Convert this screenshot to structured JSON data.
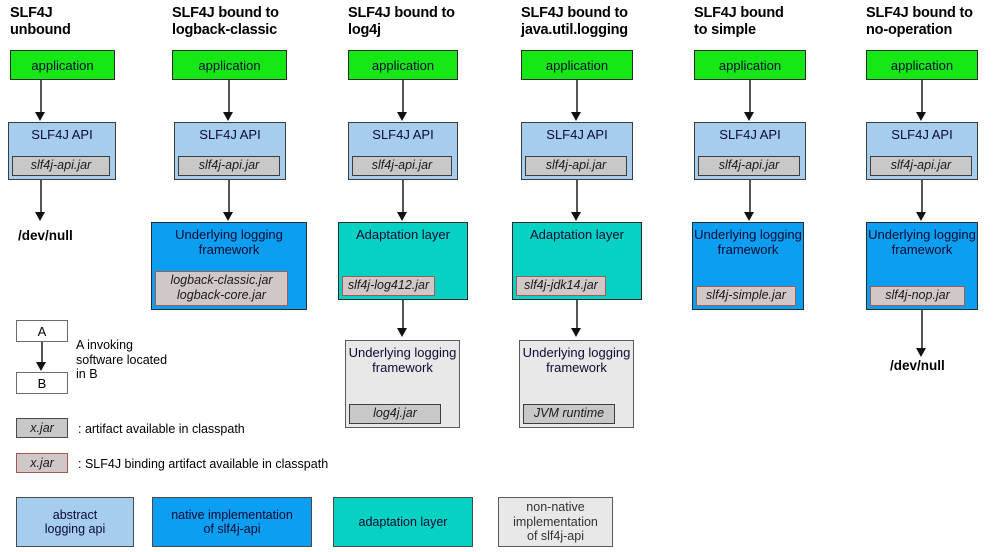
{
  "diagram": {
    "title": "SLF4J bindings diagram",
    "colors": {
      "application": "#15e815",
      "slf4j_api": "#a6ccee",
      "native_impl": "#0c9ef0",
      "adaptation": "#05d2c2",
      "non_native": "#e8e8e8",
      "jar_chip": "#c8c8c8",
      "binding_border": "#a05a55"
    },
    "columns": [
      {
        "id": "unbound",
        "title": "SLF4J\nunbound",
        "application": "application",
        "api": {
          "label": "SLF4J API",
          "jar": "slf4j-api.jar"
        },
        "terminal": "/dev/null"
      },
      {
        "id": "logback-classic",
        "title": "SLF4J bound to\nlogback-classic",
        "application": "application",
        "api": {
          "label": "SLF4J API",
          "jar": "slf4j-api.jar"
        },
        "impl": {
          "label": "Underlying logging\nframework",
          "jar": "logback-classic.jar\nlogback-core.jar"
        }
      },
      {
        "id": "log4j",
        "title": "SLF4J bound to\nlog4j",
        "application": "application",
        "api": {
          "label": "SLF4J API",
          "jar": "slf4j-api.jar"
        },
        "adapter": {
          "label": "Adaptation layer",
          "jar": "slf4j-log412.jar"
        },
        "underlying": {
          "label": "Underlying\nlogging\nframework",
          "jar": "log4j.jar"
        }
      },
      {
        "id": "java-util-logging",
        "title": "SLF4J bound to\njava.util.logging",
        "application": "application",
        "api": {
          "label": "SLF4J API",
          "jar": "slf4j-api.jar"
        },
        "adapter": {
          "label": "Adaptation layer",
          "jar": "slf4j-jdk14.jar"
        },
        "underlying": {
          "label": "Underlying\nlogging\nframework",
          "jar": "JVM runtime"
        }
      },
      {
        "id": "simple",
        "title": "SLF4J bound\nto simple",
        "application": "application",
        "api": {
          "label": "SLF4J API",
          "jar": "slf4j-api.jar"
        },
        "impl": {
          "label": "Underlying\nlogging\nframework",
          "jar": "slf4j-simple.jar"
        }
      },
      {
        "id": "no-operation",
        "title": "SLF4J bound to\nno-operation",
        "application": "application",
        "api": {
          "label": "SLF4J API",
          "jar": "slf4j-api.jar"
        },
        "impl": {
          "label": "Underlying\nlogging\nframework",
          "jar": "slf4j-nop.jar"
        },
        "terminal": "/dev/null"
      }
    ],
    "legend": {
      "invocation": {
        "box_a": "A",
        "box_b": "B",
        "caption": "A invoking\nsoftware located\nin B"
      },
      "artifact": {
        "chip": "x.jar",
        "caption": ": artifact available in classpath"
      },
      "binding": {
        "chip": "x.jar",
        "caption": ": SLF4J binding artifact available in classpath"
      },
      "swatches": [
        {
          "label": "abstract\nlogging api",
          "color": "#a6ccee"
        },
        {
          "label": "native implementation\nof slf4j-api",
          "color": "#0c9ef0"
        },
        {
          "label": "adaptation layer",
          "color": "#05d2c2"
        },
        {
          "label": "non-native\nimplementation\nof slf4j-api",
          "color": "#e8e8e8"
        }
      ]
    }
  }
}
